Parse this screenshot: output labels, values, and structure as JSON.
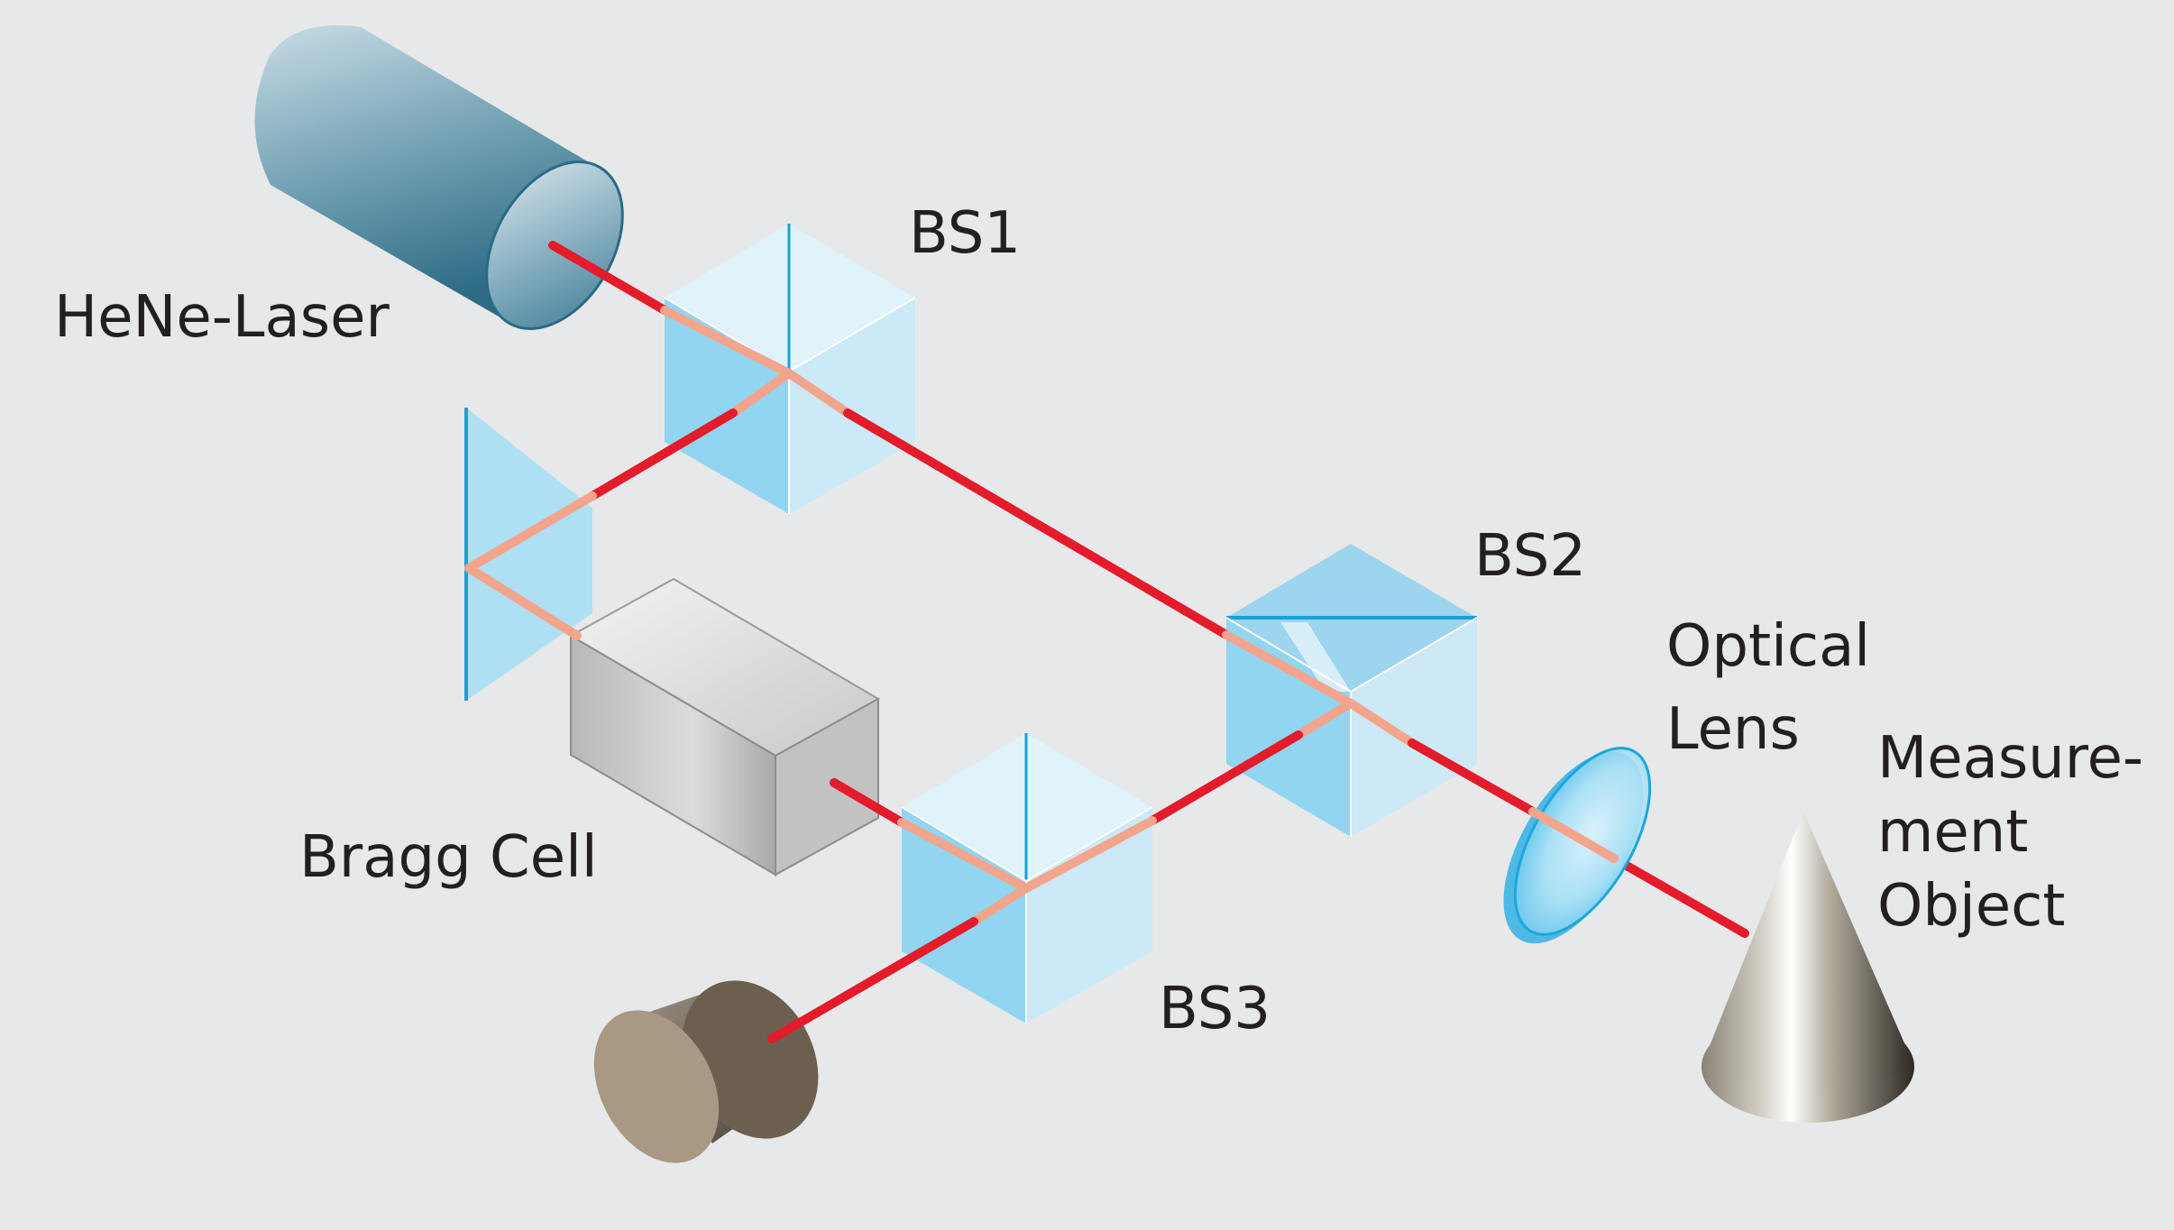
{
  "labels": {
    "laser": "HeNe-Laser",
    "bs1": "BS1",
    "bs2": "BS2",
    "bs3": "BS3",
    "bragg": "Bragg Cell",
    "lens_line1": "Optical",
    "lens_line2": "Lens",
    "object_line1": "Measure-",
    "object_line2": "ment",
    "object_line3": "Object"
  },
  "colors": {
    "background": "#e7e8e9",
    "beam": "#e31b2b",
    "beam_inside_optics": "#f3a48c",
    "glass": "#8fd8f5",
    "glass_edge": "#15a3d8"
  }
}
